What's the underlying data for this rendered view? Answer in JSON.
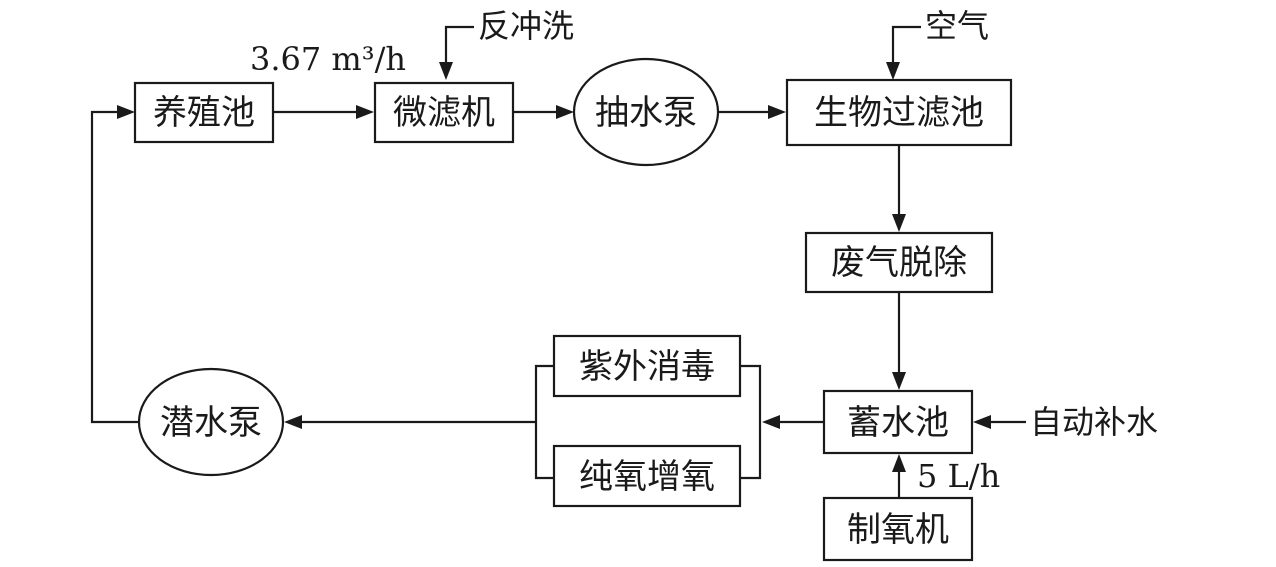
{
  "nodes": {
    "culture_tank": "养殖池",
    "microfilter": "微滤机",
    "pump": "抽水泵",
    "biofilter": "生物过滤池",
    "degassing": "废气脱除",
    "storage_tank": "蓄水池",
    "oxygen_generator": "制氧机",
    "uv_disinfection": "紫外消毒",
    "pure_oxygen": "纯氧增氧",
    "submersible_pump": "潜水泵"
  },
  "labels": {
    "flow_rate_main": "3.67 m³/h",
    "backwash": "反冲洗",
    "air": "空气",
    "auto_makeup_water": "自动补水",
    "oxygen_flow": "5 L/h"
  },
  "colors": {
    "stroke": "#1a1a1a",
    "background": "#ffffff"
  }
}
